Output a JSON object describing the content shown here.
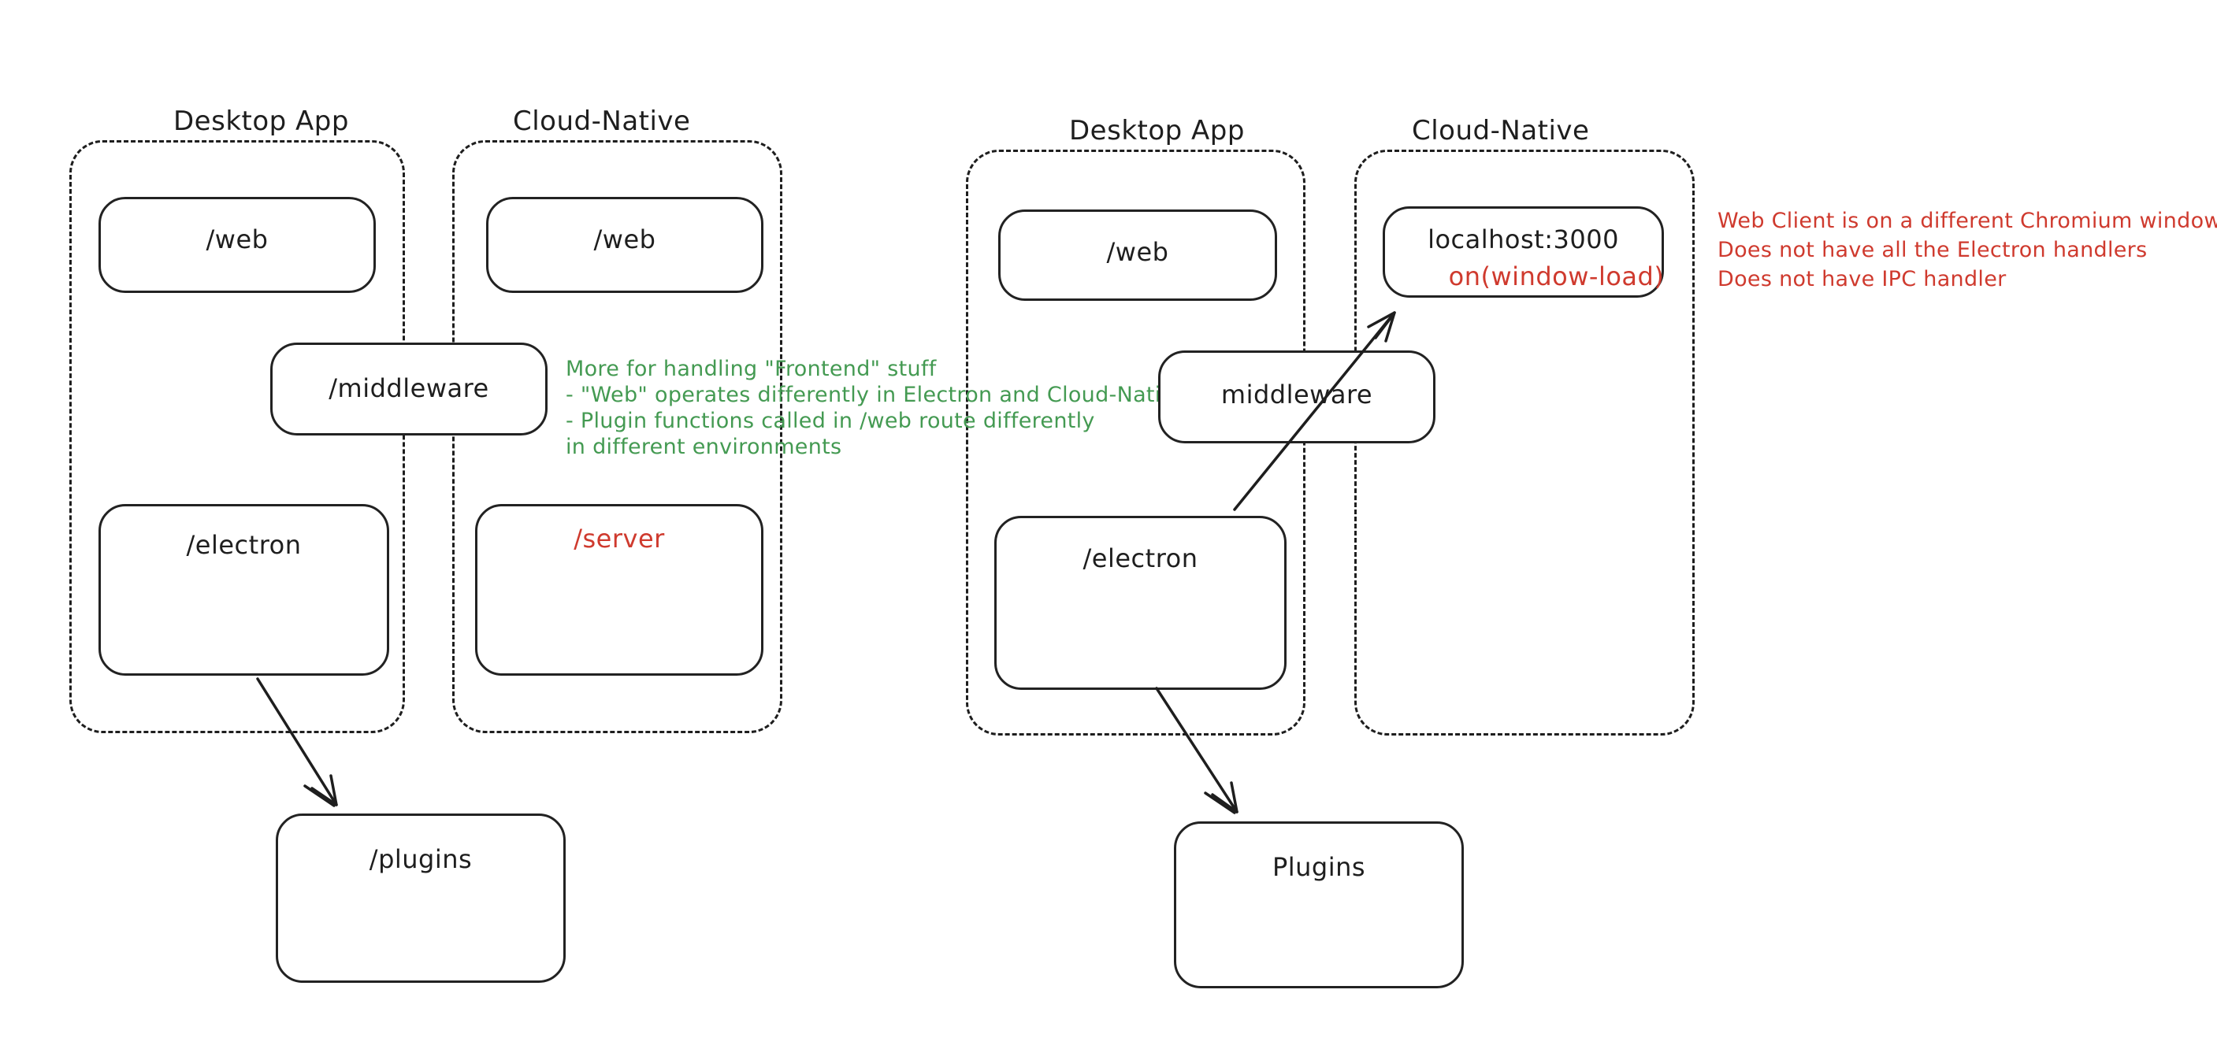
{
  "colors": {
    "background": "#ffffff",
    "ink": "#1e1e1e",
    "green": "#449a52",
    "red": "#cf3a2e"
  },
  "left": {
    "desktop_label": "Desktop App",
    "cloud_label": "Cloud-Native",
    "web_desktop": "/web",
    "web_cloud": "/web",
    "middleware": "/middleware",
    "electron": "/electron",
    "server": "/server",
    "plugins": "/plugins"
  },
  "right": {
    "desktop_label": "Desktop App",
    "cloud_label": "Cloud-Native",
    "web_desktop": "/web",
    "localhost": "localhost:3000",
    "on_window_load": "on(window-load)",
    "middleware": "middleware",
    "electron": "/electron",
    "plugins": "Plugins"
  },
  "notes": {
    "green": {
      "color": "#449a52",
      "line1": "More for handling \"Frontend\" stuff",
      "line2": "- \"Web\" operates differently in Electron and Cloud-Native",
      "line3": "- Plugin functions called in /web route differently",
      "line4": "in different environments"
    },
    "red": {
      "color": "#cf3a2e",
      "line1": "Web Client is on a different Chromium window",
      "line2": "Does not have all the Electron handlers",
      "line3": "Does not have IPC handler"
    }
  }
}
